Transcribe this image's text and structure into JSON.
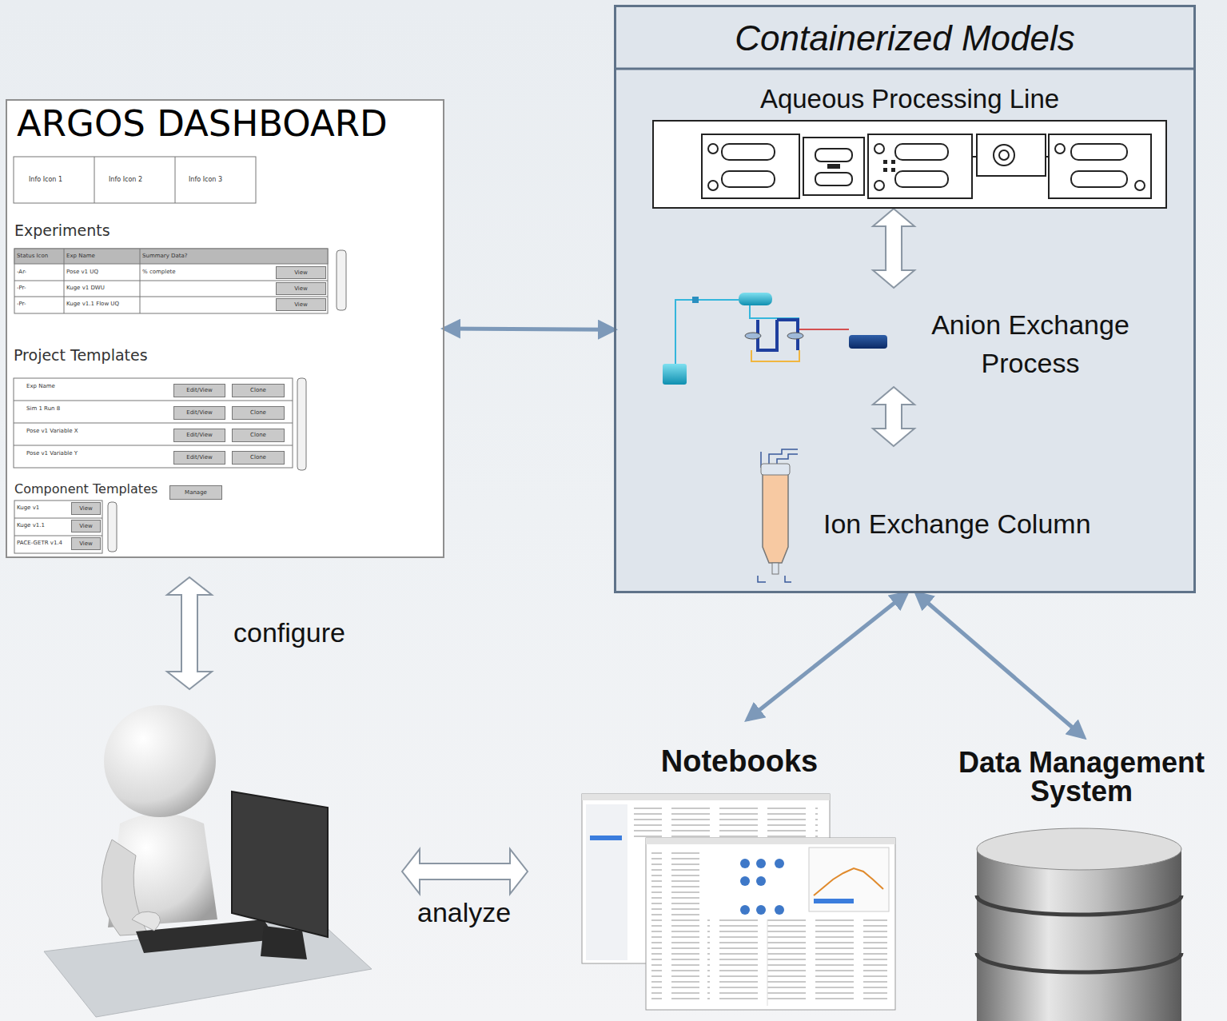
{
  "diagram": {
    "nodes": [
      {
        "text": [
          "ARGOS DASHBOARD"
        ]
      },
      {
        "text": [
          "Containerized Models"
        ]
      },
      {
        "text": [
          "Aqueous Processing Line"
        ],
        "in": 1
      },
      {
        "text": [
          "Anion Exchange Process"
        ],
        "in": 1
      },
      {
        "text": [
          "Ion Exchange Column"
        ],
        "in": 1
      },
      {
        "text": [
          "Notebooks"
        ]
      },
      {
        "text": [
          "Data Management System"
        ]
      }
    ],
    "edges": [
      {
        "from": 0,
        "to": 1,
        "arrow": "both"
      },
      {
        "from": 2,
        "to": 3,
        "arrow": "both"
      },
      {
        "from": 3,
        "to": 4,
        "arrow": "both"
      },
      {
        "from": 1,
        "to": 5,
        "arrow": "both"
      },
      {
        "from": 1,
        "to": 6,
        "arrow": "both"
      }
    ],
    "labels": [
      "configure",
      "analyze",
      "Info Icon 1",
      "Info Icon 2",
      "Info Icon 3",
      "Experiments",
      "Status Icon",
      "Exp Name",
      "Summary Data?",
      "-Ar-",
      "Pose v1 UQ",
      "% complete",
      "View",
      "-Pr-",
      "Kuge v1 DWU",
      "View",
      "-Pr-",
      "Kuge v1.1 Flow UQ",
      "View",
      "Project Templates",
      "Exp Name",
      "Edit/View",
      "Clone",
      "Sim 1 Run 8",
      "Edit/View",
      "Clone",
      "Pose v1 Variable X",
      "Edit/View",
      "Clone",
      "Pose v1 Variable Y",
      "Edit/View",
      "Clone",
      "Component Templates",
      "Manage",
      "Kuge v1",
      "View",
      "Kuge v1.1",
      "View",
      "PACE-GETR v1.4",
      "View"
    ]
  }
}
